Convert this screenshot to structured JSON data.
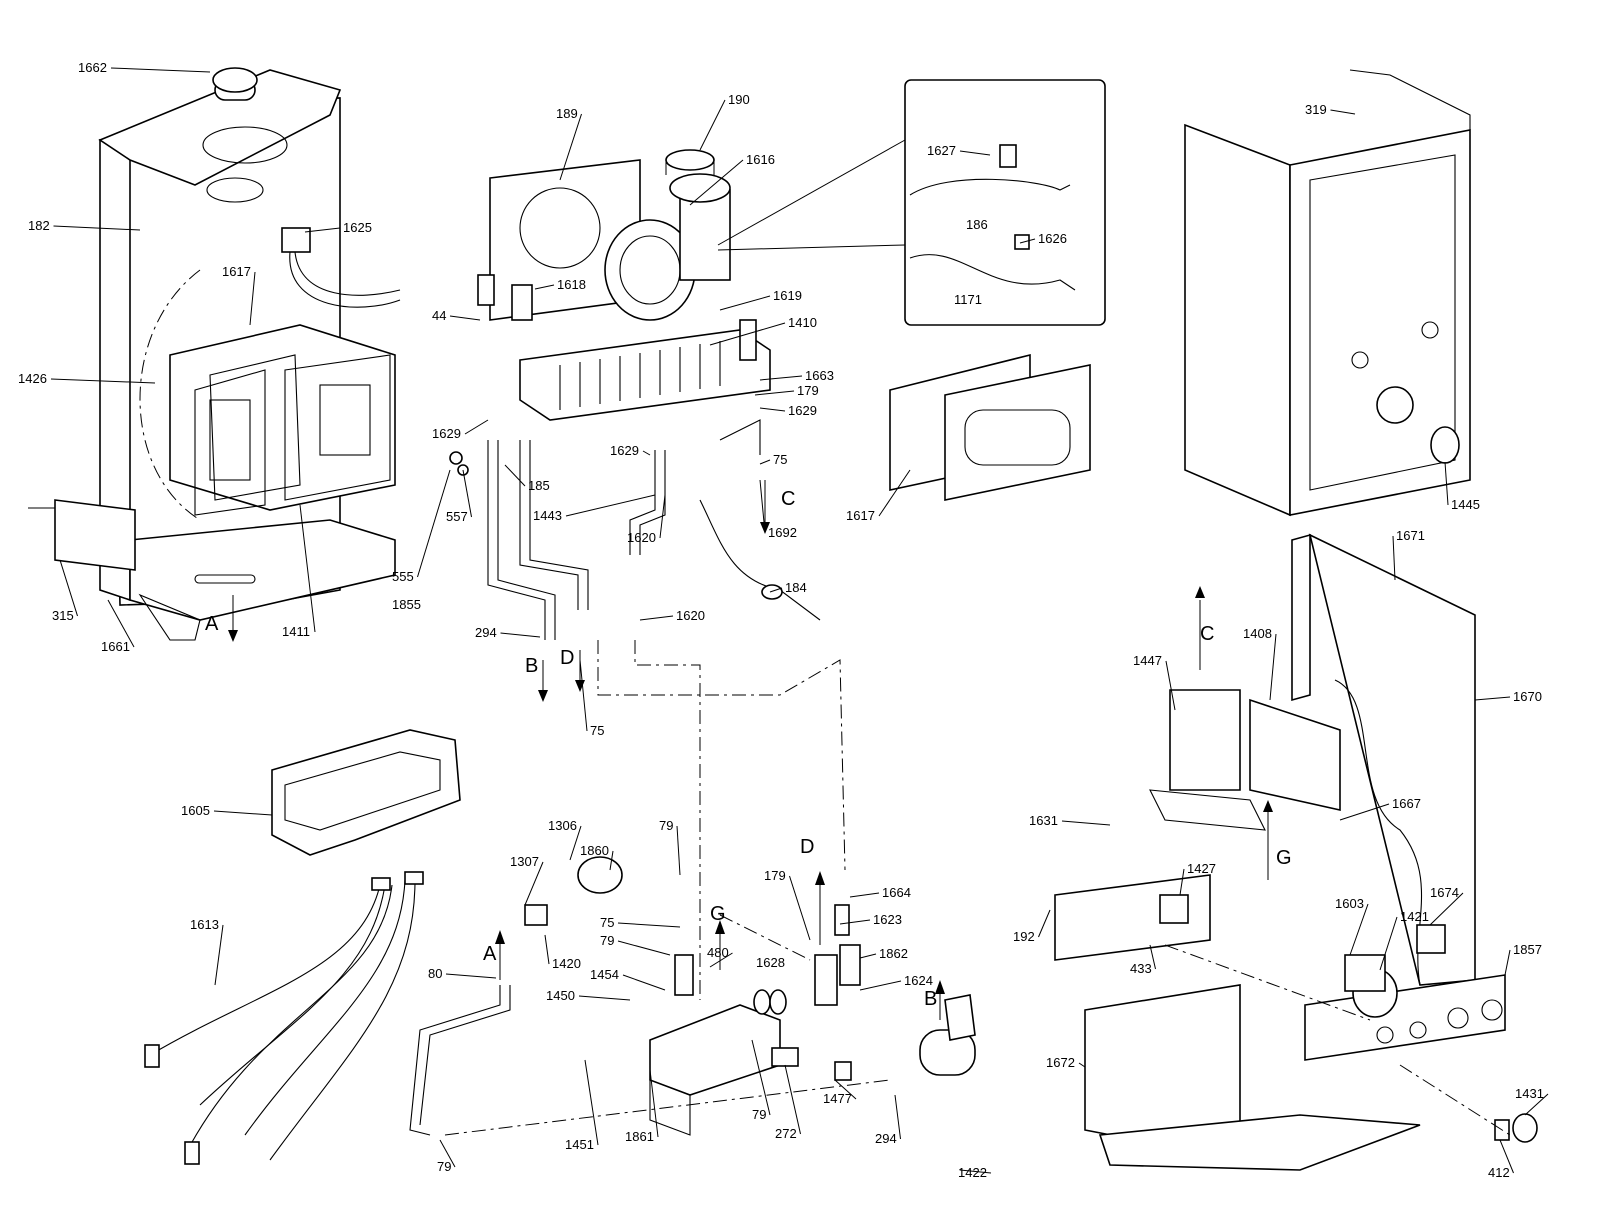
{
  "labels": [
    "1662",
    "182",
    "1625",
    "1617",
    "1426",
    "315",
    "1661",
    "1411",
    "189",
    "190",
    "1616",
    "1618",
    "44",
    "1619",
    "1410",
    "1663",
    "179",
    "1629",
    "1629",
    "1629",
    "185",
    "557",
    "555",
    "1855",
    "1443",
    "1620",
    "75",
    "1692",
    "294",
    "1620",
    "184",
    "75",
    "1627",
    "186",
    "1626",
    "1171",
    "1617",
    "319",
    "1445",
    "1671",
    "1447",
    "1408",
    "1670",
    "1667",
    "1631",
    "1427",
    "192",
    "433",
    "1603",
    "1421",
    "1674",
    "1857",
    "1672",
    "412",
    "1431",
    "1605",
    "1613",
    "1306",
    "1860",
    "79",
    "1307",
    "1420",
    "75",
    "79",
    "1454",
    "80",
    "1450",
    "480",
    "1628",
    "179",
    "1664",
    "1623",
    "1862",
    "1624",
    "1477",
    "272",
    "79",
    "294",
    "1451",
    "1861",
    "79",
    "1422"
  ],
  "letters": [
    "A",
    "A",
    "B",
    "B",
    "C",
    "C",
    "D",
    "D",
    "G",
    "G"
  ]
}
